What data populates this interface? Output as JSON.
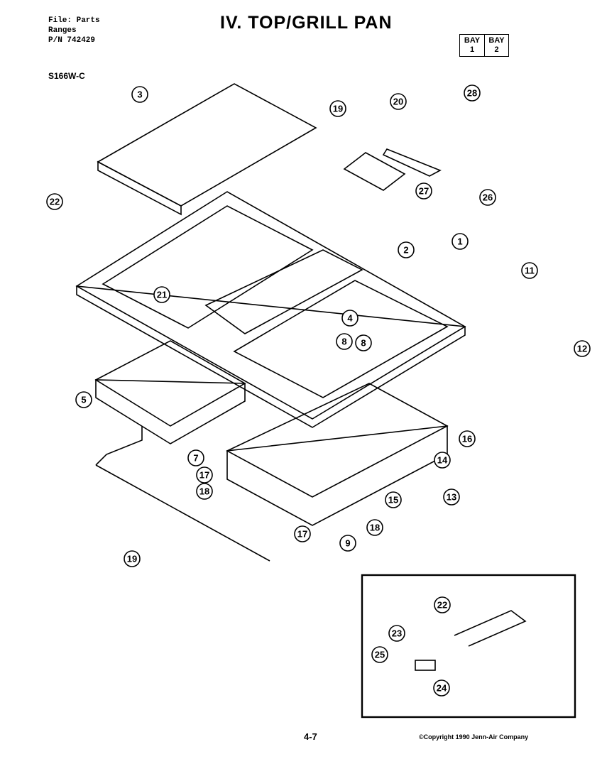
{
  "header": {
    "file_line": "File: Parts",
    "category_line": "Ranges",
    "pn_line": "P/N 742429",
    "title": "IV. TOP/GRILL PAN",
    "bay1_top": "BAY",
    "bay1_bottom": "1",
    "bay2_top": "BAY",
    "bay2_bottom": "2",
    "model": "S166W-C"
  },
  "callouts": [
    "1",
    "2",
    "3",
    "4",
    "5",
    "7",
    "8",
    "8",
    "9",
    "11",
    "12",
    "13",
    "14",
    "15",
    "16",
    "17",
    "17",
    "18",
    "18",
    "19",
    "19",
    "20",
    "21",
    "22",
    "22",
    "23",
    "24",
    "25",
    "26",
    "27",
    "28"
  ],
  "footer": {
    "page": "4-7",
    "copyright": "©Copyright 1990 Jenn-Air Company"
  }
}
